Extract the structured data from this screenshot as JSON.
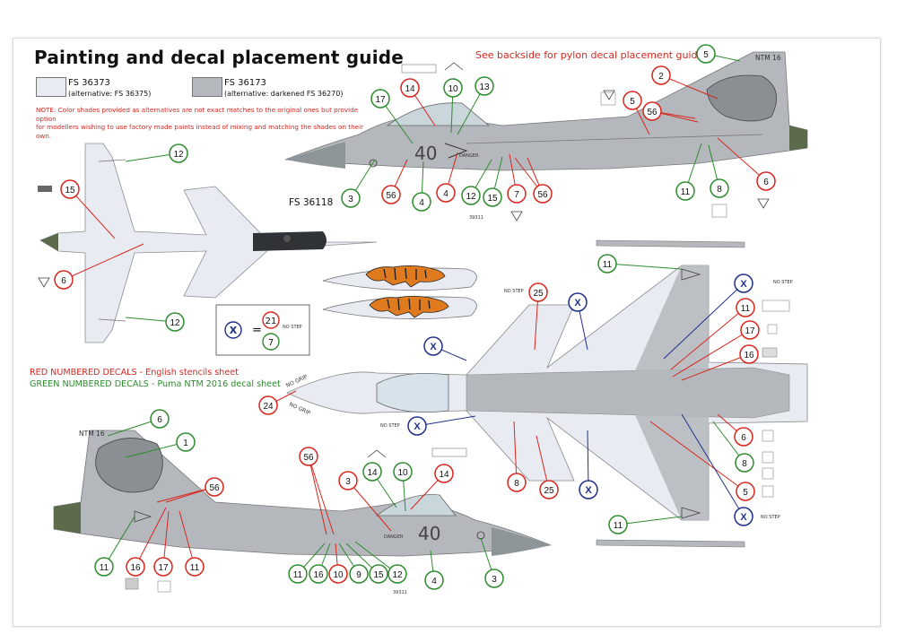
{
  "title": "Painting and decal placement guide",
  "backside_note": "See backside for pylon decal placement guide.",
  "colors": {
    "red": "#d8261e",
    "green": "#2e8b2e",
    "blue": "#1f2f8a",
    "light_grey": "#e8ebf2",
    "dark_grey": "#b4b8bd",
    "radome": "#5c6b4c"
  },
  "swatches": [
    {
      "code": "FS 36373",
      "alt": "(alternative: FS 36375)",
      "color": "#e8ebf2"
    },
    {
      "code": "FS 36173",
      "alt": "(alternative: darkened FS 36270)",
      "color": "#b4b8bd"
    }
  ],
  "note_line1": "NOTE: Color shades provided as alternatives are not exact matches to the original ones but provide option",
  "note_line2": "for modellers wishing to use factory made paints instead of mixing and matching the shades on their own.",
  "legend": {
    "red": "RED NUMBERED DECALS - English stencils sheet",
    "green": "GREEN NUMBERED DECALS - Puma NTM 2016 decal sheet"
  },
  "canopy_color": "FS 36118",
  "aircraft_number": "40",
  "tail_code": "NTM 16",
  "danger_text": "DANGER",
  "no_step": "NO STEP",
  "no_grip": "NO GRIP",
  "serial": "39311",
  "x_marker": "X",
  "x_equals": "=",
  "x_components": [
    "21",
    "7"
  ]
}
